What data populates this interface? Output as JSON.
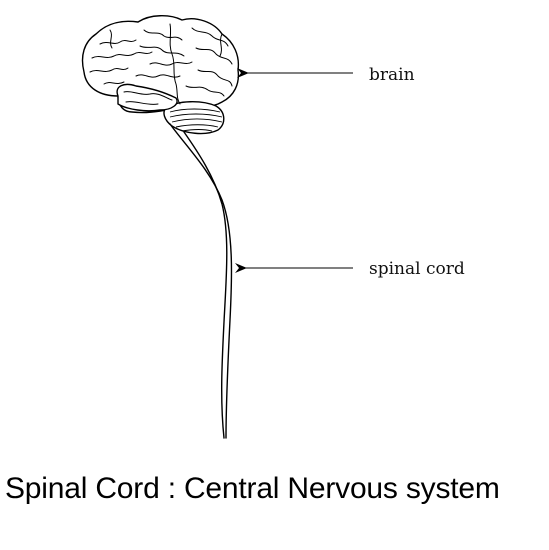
{
  "labels": {
    "brain": "brain",
    "spinal_cord": "spinal cord"
  },
  "caption": "Spinal Cord : Central Nervous system",
  "colors": {
    "ink": "#000000",
    "background": "#ffffff"
  }
}
